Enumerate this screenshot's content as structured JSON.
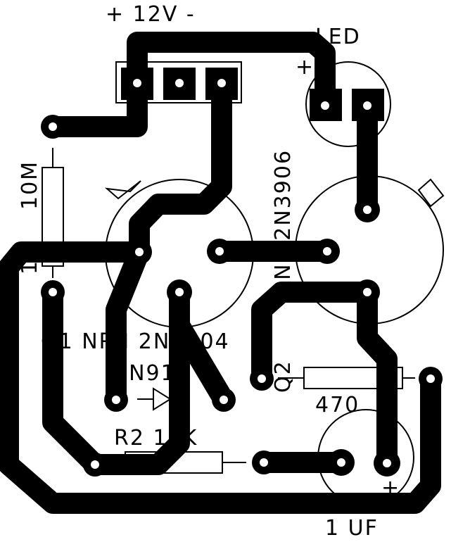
{
  "labels": {
    "power": "+ 12V -",
    "led": "LED",
    "led_plus": "+",
    "r_10m": "10M",
    "r_1m": "1M",
    "q1": "Q1 NPN 2N3904",
    "pnp": "PNP 2N3906",
    "q2": "Q2",
    "diode": "1N914",
    "r2": "R2 15K",
    "r_470": "470",
    "cap": "1 UF",
    "cap_plus": "+"
  },
  "colors": {
    "copper": "#000000",
    "background": "#ffffff"
  }
}
